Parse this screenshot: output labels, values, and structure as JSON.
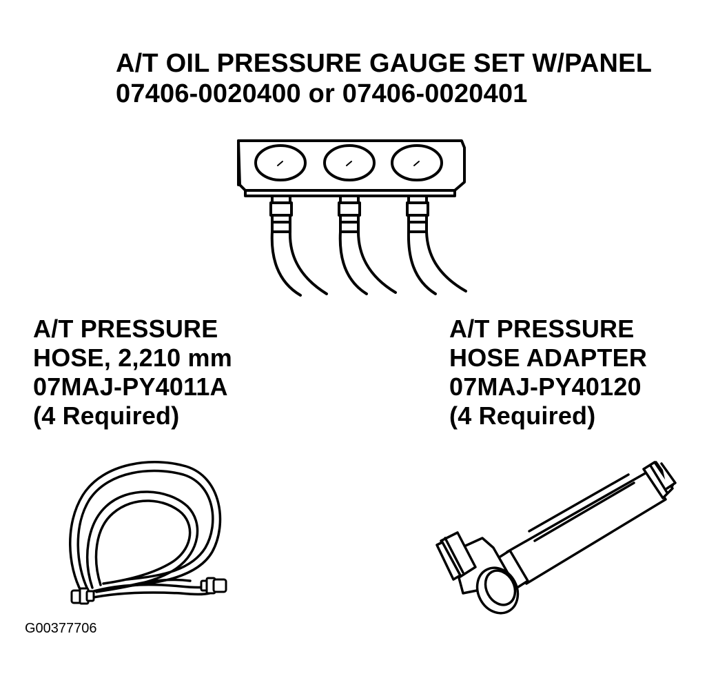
{
  "gauge_set": {
    "name": "A/T OIL PRESSURE GAUGE SET W/PANEL",
    "part_numbers": "07406-0020400 or 07406-0020401",
    "icon": "pressure-gauge-panel-icon"
  },
  "hose": {
    "line1": "A/T PRESSURE",
    "line2": "HOSE, 2,210 mm",
    "part_number": "07MAJ-PY4011A",
    "quantity": "(4 Required)",
    "icon": "coiled-hose-icon"
  },
  "adapter": {
    "line1": "A/T PRESSURE",
    "line2": "HOSE ADAPTER",
    "part_number": "07MAJ-PY40120",
    "quantity": "(4 Required)",
    "icon": "hose-adapter-icon"
  },
  "figure_id": "G00377706",
  "colors": {
    "ink": "#000000",
    "paper": "#ffffff"
  }
}
